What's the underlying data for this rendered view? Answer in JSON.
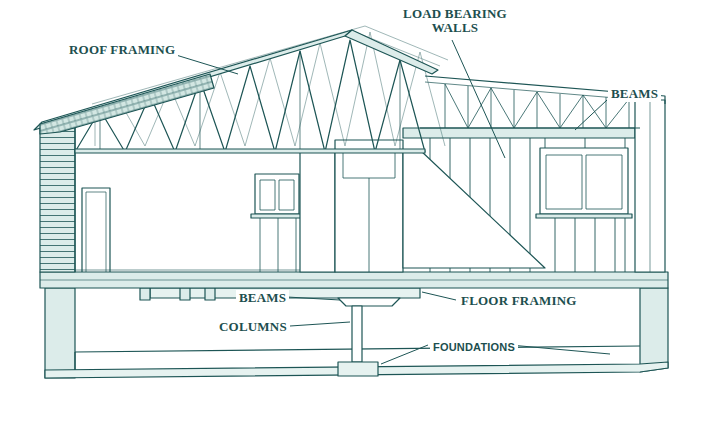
{
  "diagram": {
    "labels": [
      "ROOF FRAMING",
      "LOAD BEARING WALLS",
      "BEAMS",
      "BEAMS",
      "COLUMNS",
      "FLOOR FRAMING",
      "FOUNDATIONS"
    ]
  }
}
